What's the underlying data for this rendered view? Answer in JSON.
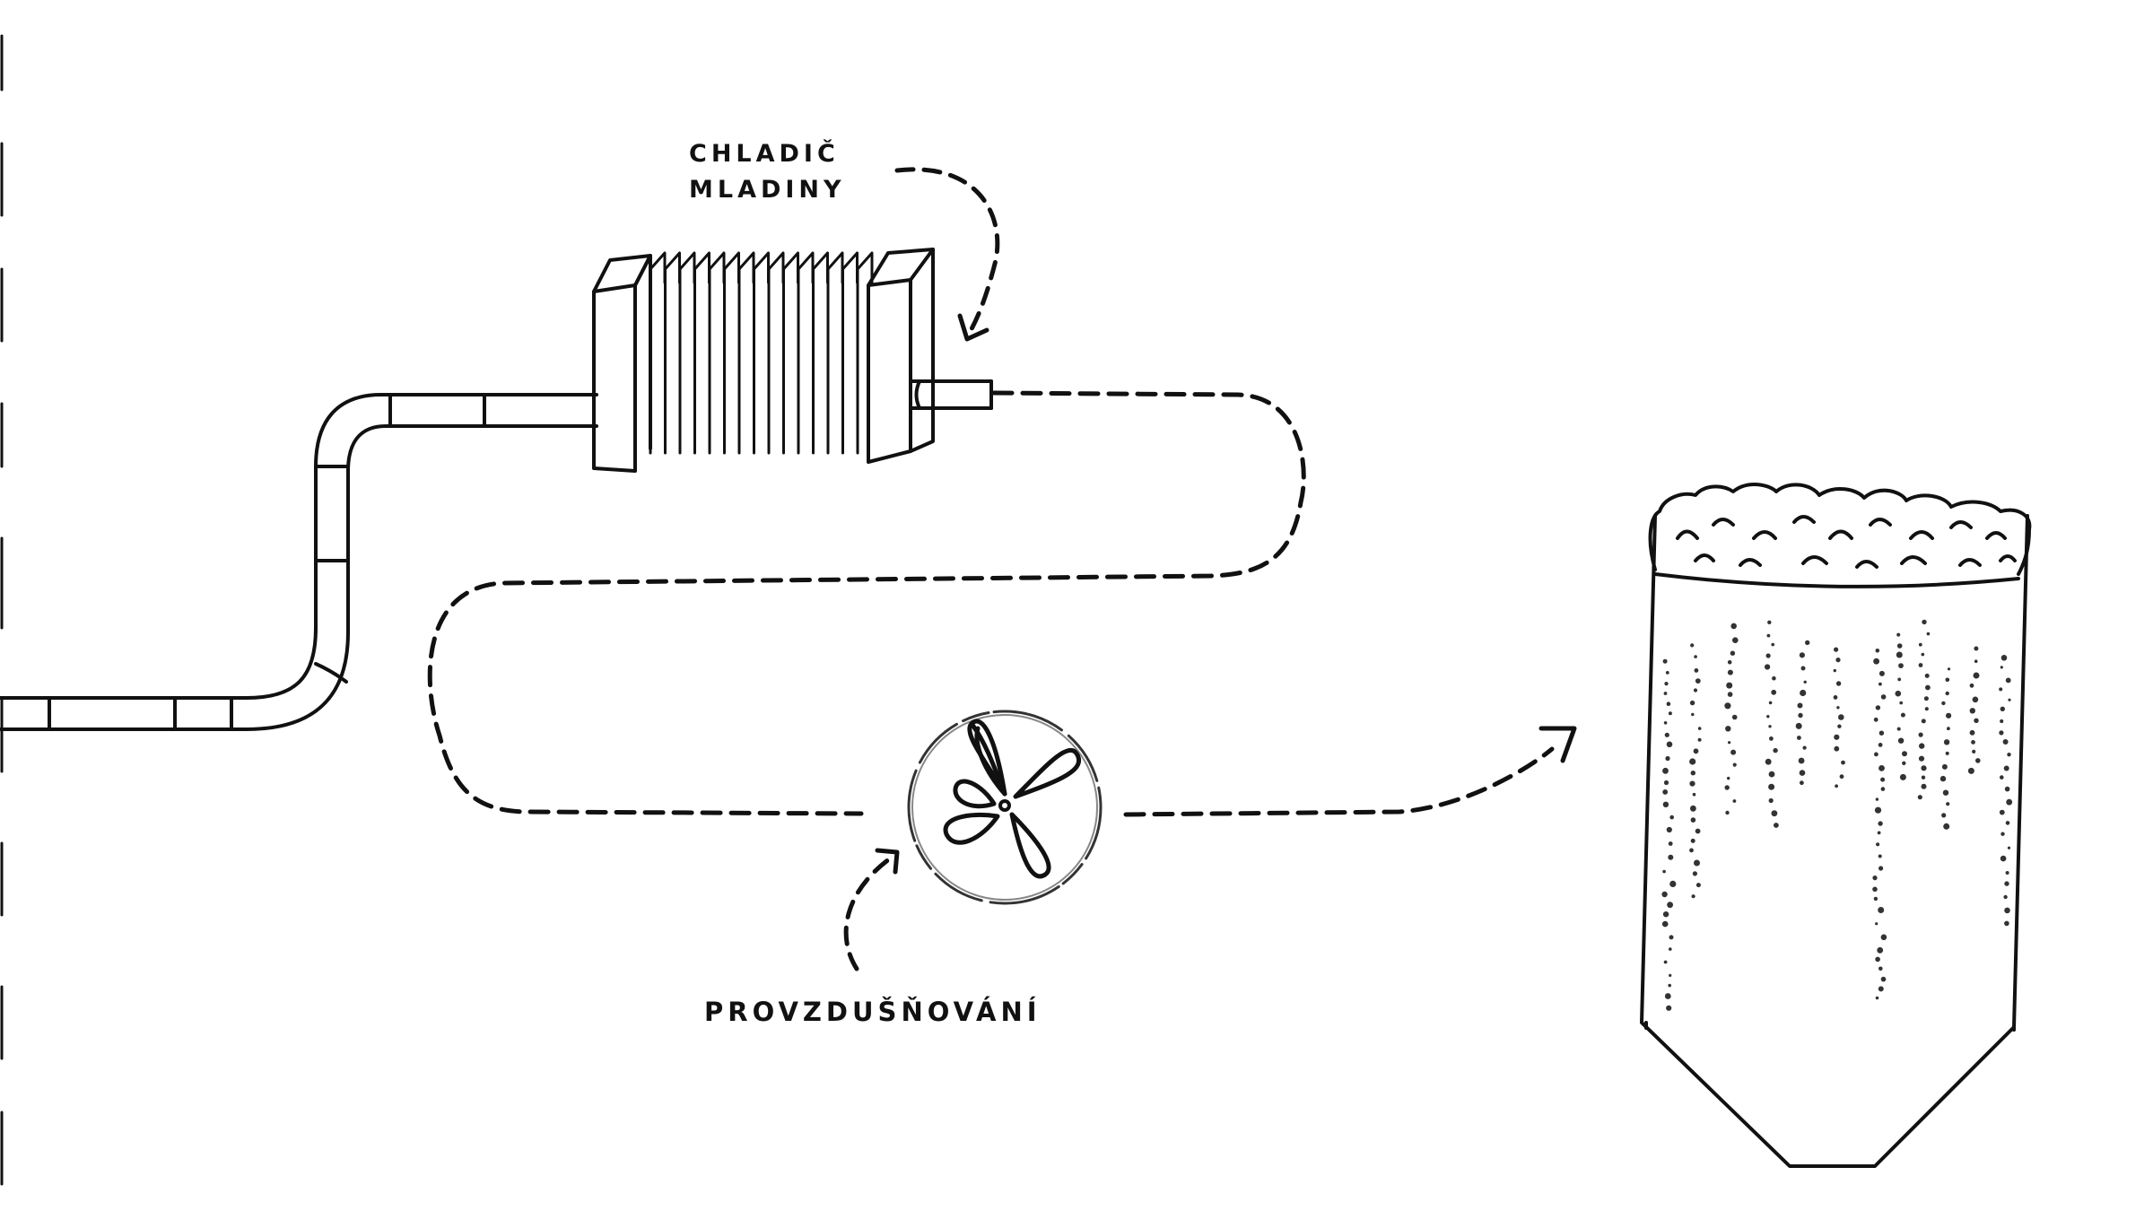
{
  "labels": {
    "cooler_line1": "CHLADIČ",
    "cooler_line2": "MLADINY",
    "aeration": "PROVZDUŠŇOVÁNÍ"
  },
  "colors": {
    "ink": "#111111",
    "background": "#ffffff"
  }
}
